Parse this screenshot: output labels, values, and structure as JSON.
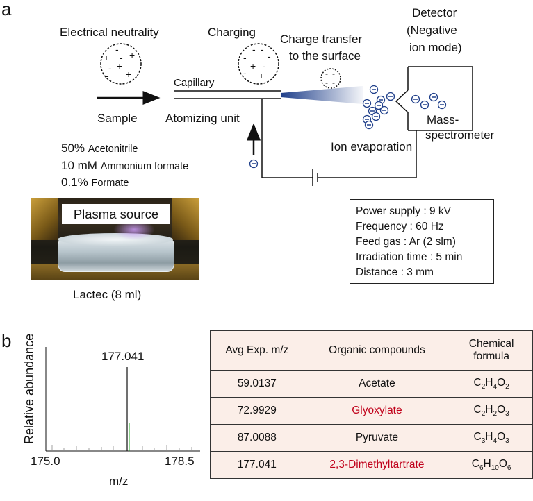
{
  "panel_a": {
    "label": "a",
    "electrical_neutrality": "Electrical neutrality",
    "charging": "Charging",
    "charge_transfer_line1": "Charge transfer",
    "charge_transfer_line2": "to the surface",
    "detector_line1": "Detector",
    "detector_line2": "(Negative",
    "detector_line3": "ion mode)",
    "capillary": "Capillary",
    "sample": "Sample",
    "atomizing_unit": "Atomizing unit",
    "mass_line1": "Mass-",
    "mass_line2": "spectrometer",
    "ion_evaporation": "Ion evaporation",
    "solvent": [
      {
        "amount": "50%",
        "name": "Acetonitrile"
      },
      {
        "amount": "10 mM",
        "name": "Ammonium formate"
      },
      {
        "amount": "0.1%",
        "name": "Formate"
      }
    ],
    "photo_caption": "Plasma source",
    "photo_label": "Lactec (8 ml)",
    "params": [
      "Power supply : 9 kV",
      "Frequency :     60 Hz",
      "Feed gas : Ar (2 slm)",
      "Irradiation time : 5 min",
      "Distance : 3 mm"
    ]
  },
  "panel_b": {
    "label": "b",
    "spectrum": {
      "ylabel": "Relative abundance",
      "xlabel": "m/z",
      "x_min_label": "175.0",
      "x_max_label": "178.5",
      "peak_label": "177.041"
    },
    "table": {
      "headers": [
        "Avg Exp. m/z",
        "Organic compounds",
        "Chemical formula"
      ],
      "rows": [
        {
          "mz": "59.0137",
          "compound": "Acetate",
          "highlight": false,
          "formula": [
            [
              "C",
              "2"
            ],
            [
              "H",
              "4"
            ],
            [
              "O",
              "2"
            ]
          ]
        },
        {
          "mz": "72.9929",
          "compound": "Glyoxylate",
          "highlight": true,
          "formula": [
            [
              "C",
              "2"
            ],
            [
              "H",
              "2"
            ],
            [
              "O",
              "3"
            ]
          ]
        },
        {
          "mz": "87.0088",
          "compound": "Pyruvate",
          "highlight": false,
          "formula": [
            [
              "C",
              "3"
            ],
            [
              "H",
              "4"
            ],
            [
              "O",
              "3"
            ]
          ]
        },
        {
          "mz": "177.041",
          "compound": "2,3-Dimethyltartrate",
          "highlight": true,
          "formula": [
            [
              "C",
              "6"
            ],
            [
              "H",
              "10"
            ],
            [
              "O",
              "6"
            ]
          ]
        }
      ]
    }
  },
  "colors": {
    "accent_red": "#c0001a",
    "table_bg": "#fbeee8",
    "ion_blue": "#1f3f8a"
  }
}
